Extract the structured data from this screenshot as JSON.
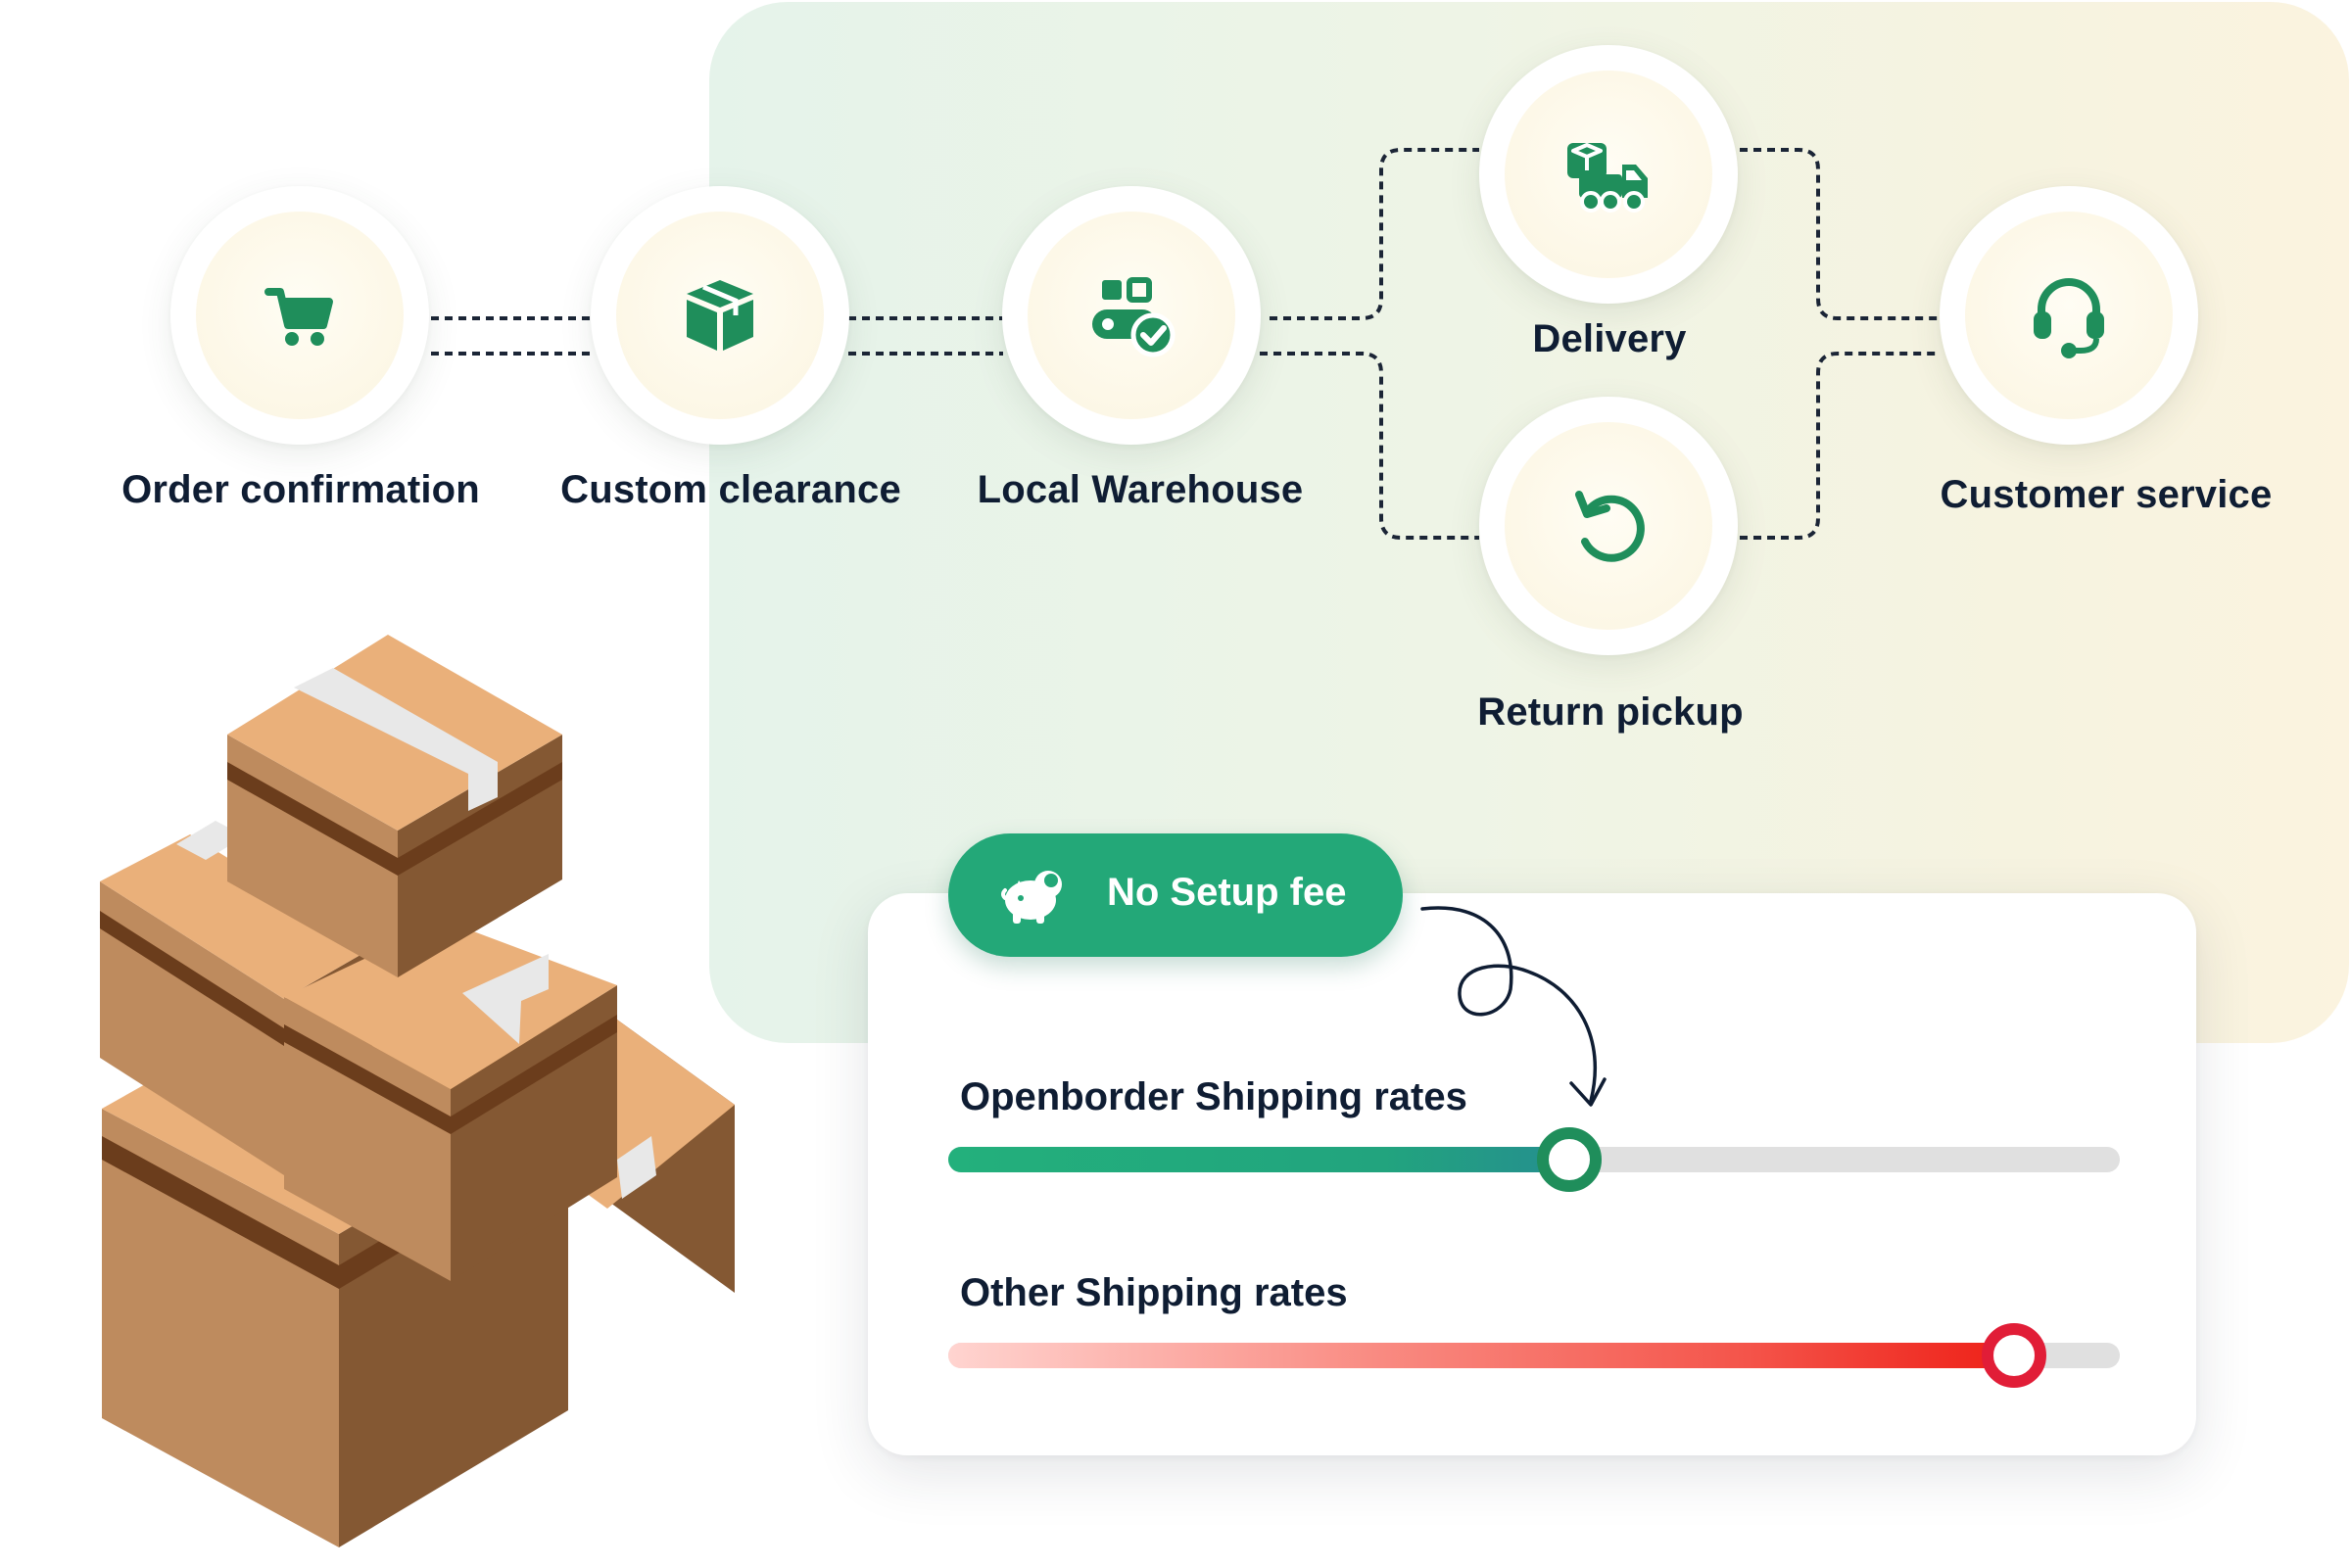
{
  "steps": {
    "order_confirmation": {
      "label": "Order confirmation",
      "icon": "cart-icon"
    },
    "custom_clearance": {
      "label": "Custom clearance",
      "icon": "package-icon"
    },
    "local_warehouse": {
      "label": "Local Warehouse",
      "icon": "warehouse-conveyor-check-icon"
    },
    "delivery": {
      "label": "Delivery",
      "icon": "delivery-truck-icon"
    },
    "return_pickup": {
      "label": "Return pickup",
      "icon": "return-arrow-icon"
    },
    "customer_service": {
      "label": "Customer service",
      "icon": "headset-icon"
    }
  },
  "badge": {
    "label": "No Setup fee",
    "icon": "piggy-bank-icon"
  },
  "rates": {
    "openborder": {
      "label": "Openborder Shipping rates",
      "level_percent": 53
    },
    "other": {
      "label": "Other Shipping rates",
      "level_percent": 91
    }
  },
  "colors": {
    "brand_green": "#1f8e5b",
    "pill_green": "#23a878",
    "knob_red": "#e11d37",
    "text_dark": "#0f1d33"
  }
}
